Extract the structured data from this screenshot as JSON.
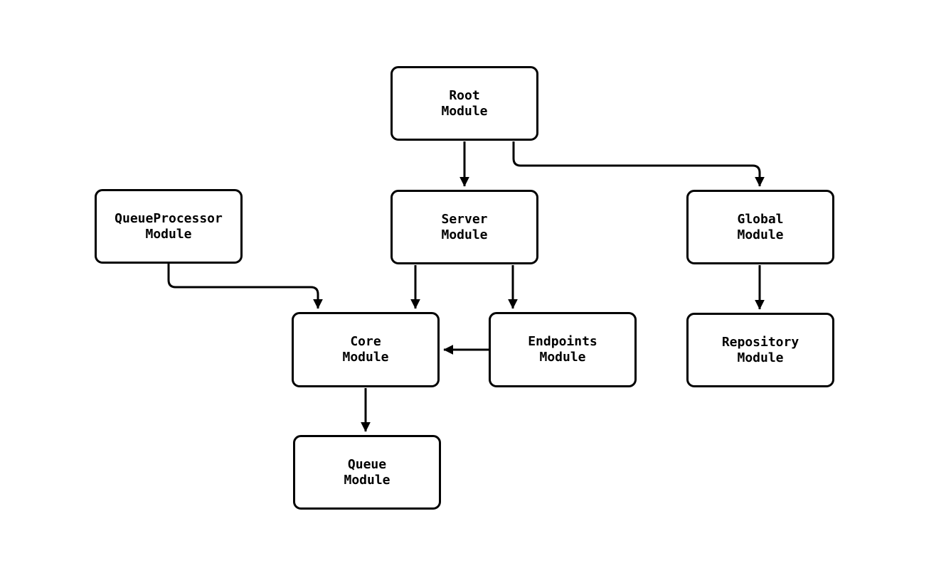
{
  "diagram": {
    "background_color": "#ffffff",
    "line_color": "#000000",
    "nodes": {
      "root": {
        "line1": "Root",
        "line2": "Module"
      },
      "queueprocessor": {
        "line1": "QueueProcessor",
        "line2": "Module"
      },
      "server": {
        "line1": "Server",
        "line2": "Module"
      },
      "global": {
        "line1": "Global",
        "line2": "Module"
      },
      "core": {
        "line1": "Core",
        "line2": "Module"
      },
      "endpoints": {
        "line1": "Endpoints",
        "line2": "Module"
      },
      "repository": {
        "line1": "Repository",
        "line2": "Module"
      },
      "queue": {
        "line1": "Queue",
        "line2": "Module"
      }
    },
    "edges": [
      {
        "from": "Root Module",
        "to": "Server Module"
      },
      {
        "from": "Root Module",
        "to": "Global Module"
      },
      {
        "from": "QueueProcessor Module",
        "to": "Core Module"
      },
      {
        "from": "Server Module",
        "to": "Core Module"
      },
      {
        "from": "Server Module",
        "to": "Endpoints Module"
      },
      {
        "from": "Endpoints Module",
        "to": "Core Module"
      },
      {
        "from": "Global Module",
        "to": "Repository Module"
      },
      {
        "from": "Core Module",
        "to": "Queue Module"
      }
    ]
  }
}
